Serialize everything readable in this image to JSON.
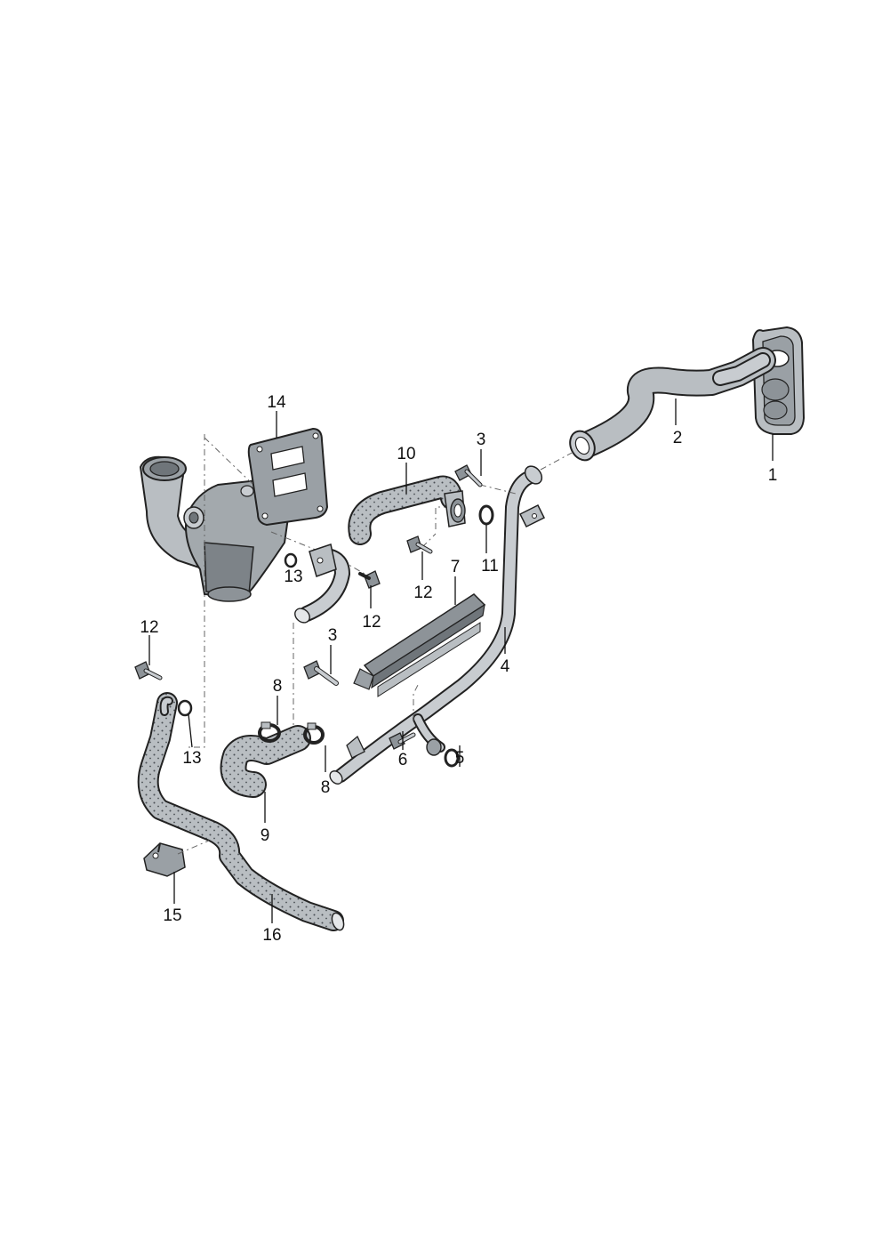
{
  "diagram": {
    "callouts": [
      {
        "id": "c1",
        "text": "1"
      },
      {
        "id": "c2",
        "text": "2"
      },
      {
        "id": "c3a",
        "text": "3"
      },
      {
        "id": "c3b",
        "text": "3"
      },
      {
        "id": "c4",
        "text": "4"
      },
      {
        "id": "c5",
        "text": "5"
      },
      {
        "id": "c6",
        "text": "6"
      },
      {
        "id": "c7",
        "text": "7"
      },
      {
        "id": "c8a",
        "text": "8"
      },
      {
        "id": "c8b",
        "text": "8"
      },
      {
        "id": "c9",
        "text": "9"
      },
      {
        "id": "c10",
        "text": "10"
      },
      {
        "id": "c11",
        "text": "11"
      },
      {
        "id": "c12a",
        "text": "12"
      },
      {
        "id": "c12b",
        "text": "12"
      },
      {
        "id": "c12c",
        "text": "12"
      },
      {
        "id": "c13a",
        "text": "13"
      },
      {
        "id": "c13b",
        "text": "13"
      },
      {
        "id": "c14",
        "text": "14"
      },
      {
        "id": "c15",
        "text": "15"
      },
      {
        "id": "c16",
        "text": "16"
      }
    ],
    "colors": {
      "part_fill": "#b9bec2",
      "part_shade": "#8d9398",
      "outline": "#222222",
      "background": "#ffffff"
    }
  }
}
